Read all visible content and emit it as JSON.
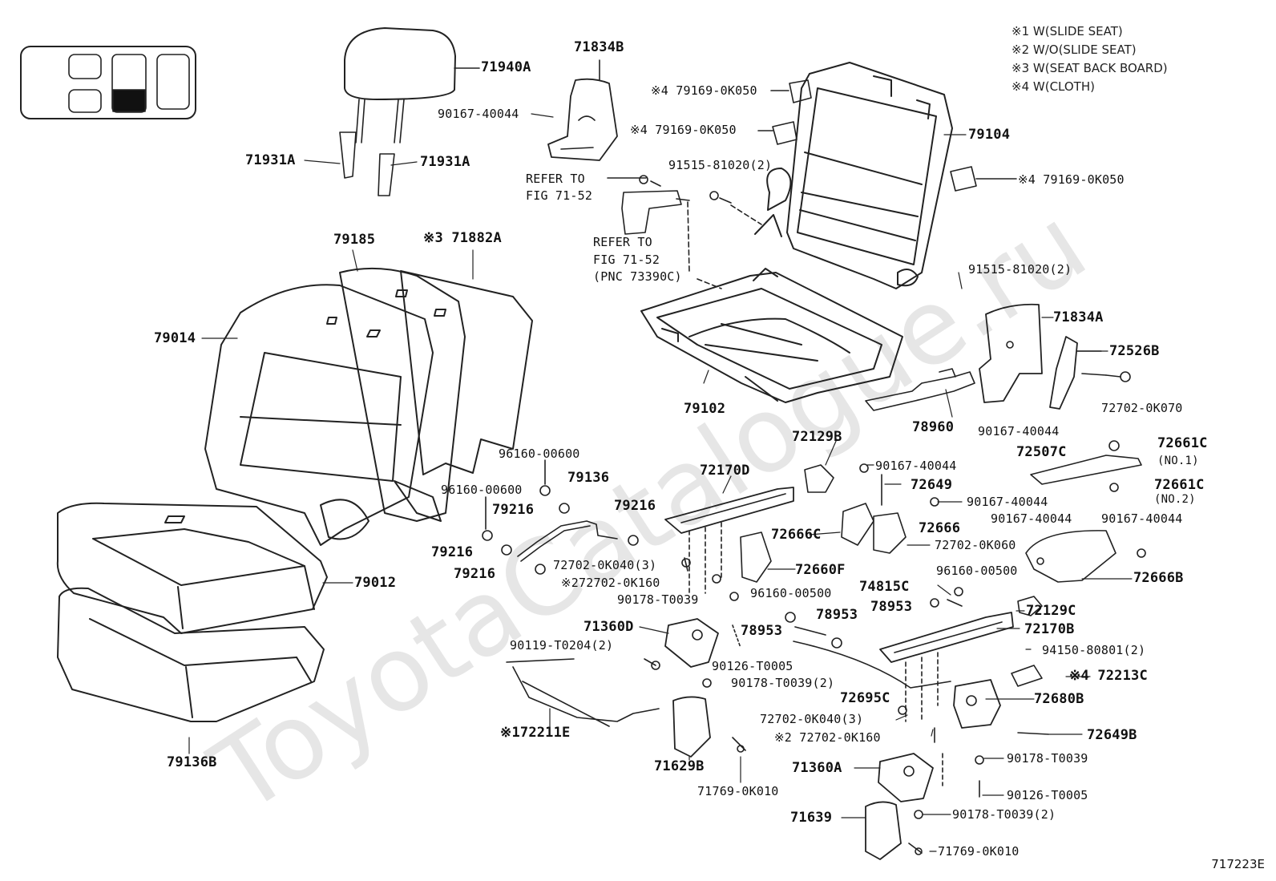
{
  "watermark": "ToyotaCatalogue.ru",
  "figure_id": "717223E",
  "notes": [
    "※1 W(SLIDE SEAT)",
    "※2 W/O(SLIDE SEAT)",
    "※3 W(SEAT BACK BOARD)",
    "※4 W(CLOTH)"
  ],
  "labels": {
    "p71940A": "71940A",
    "p71834B": "71834B",
    "p90167_a": "90167-40044",
    "p71931A_1": "71931A",
    "p71931A_2": "71931A",
    "p79169_1": "※4 79169-0K050",
    "p79169_2": "※4 79169-0K050",
    "p79104": "79104",
    "p91515_1": "91515-81020(2)",
    "p79169_3": "※4 79169-0K050",
    "refer1_a": "REFER TO",
    "refer1_b": "FIG 71-52",
    "refer2_a": "REFER TO",
    "refer2_b": "FIG 71-52",
    "refer2_c": "(PNC 73390C)",
    "p79185": "79185",
    "p71882A": "※3 71882A",
    "p91515_2": "91515-81020(2)",
    "p79014": "79014",
    "p71834A": "71834A",
    "p72526B": "72526B",
    "p79102": "79102",
    "p78960": "78960",
    "p90167_b": "90167-40044",
    "p72702_0K070": "72702-0K070",
    "p72129B": "72129B",
    "p72661C_1": "72661C",
    "p72661C_1n": "(NO.1)",
    "p72507C": "72507C",
    "p96160_1": "96160-00600",
    "p72170D": "72170D",
    "p90167_c": "90167-40044",
    "p72649": "72649",
    "p72661C_2": "72661C",
    "p72661C_2n": "(NO.2)",
    "p96160_2": "96160-00600",
    "p79136": "79136",
    "p90167_d": "90167-40044",
    "p79216_1": "79216",
    "p79216_2": "79216",
    "p72666C": "72666C",
    "p72666": "72666",
    "p90167_e": "90167-40044",
    "p90167_f": "90167-40044",
    "p79216_3": "79216",
    "p72702_0K060": "72702-0K060",
    "p79216_4": "79216",
    "p72702_0K040a": "72702-0K040(3)",
    "p72660F": "72660F",
    "p72666B": "72666B",
    "p79012": "79012",
    "p72702_0K160a": "※272702-0K160",
    "p96160_3": "96160-00500",
    "p74815C": "74815C",
    "p90178_a": "90178-T0039",
    "p96160_4": "96160-00500",
    "p78953_1": "78953",
    "p72129C": "72129C",
    "p78953_2": "78953",
    "p78953_3": "78953",
    "p71360D": "71360D",
    "p72170B": "72170B",
    "p90119": "90119-T0204(2)",
    "p94150": "94150-80801(2)",
    "p90126_a": "90126-T0005",
    "p72213C": "※4 72213C",
    "p90178_b": "90178-T0039(2)",
    "p72695C": "72695C",
    "p72680B": "72680B",
    "p72702_0K040b": "72702-0K040(3)",
    "p72211E": "※172211E",
    "p72702_0K160b": "※2 72702-0K160",
    "p72649B": "72649B",
    "p79136B": "79136B",
    "p71629B": "71629B",
    "p71360A": "71360A",
    "p90178_c": "90178-T0039",
    "p90126_b": "90126-T0005",
    "p71769_a": "71769-0K010",
    "p71639": "71639",
    "p90178_d": "90178-T0039(2)",
    "p71769_b": "71769-0K010"
  }
}
